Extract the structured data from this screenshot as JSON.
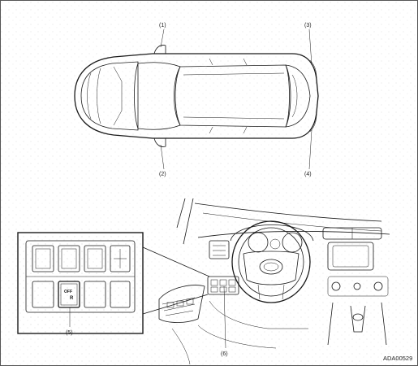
{
  "callouts": {
    "c1": "(1)",
    "c2": "(2)",
    "c3": "(3)",
    "c4": "(4)",
    "c5": "(5)",
    "c6": "(6)"
  },
  "figure_code": "ADA00529",
  "switch_glyph": "OFF",
  "switch_glyph_sub": "R",
  "colors": {
    "line": "#1a1a1a",
    "background": "#ffffff",
    "stipple": "#cfcfcf"
  }
}
